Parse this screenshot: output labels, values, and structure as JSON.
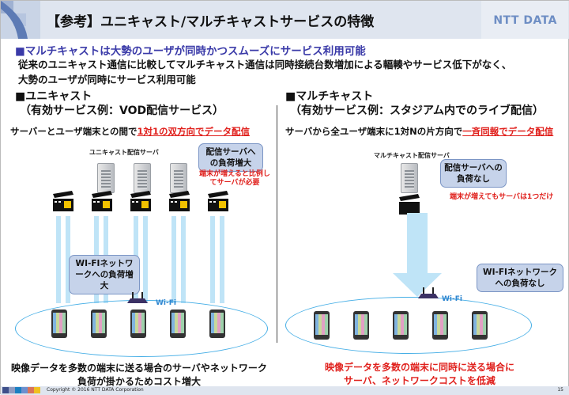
{
  "header": {
    "title": "【参考】ユニキャスト/マルチキャストサービスの特徴",
    "logo": "NTT DATA"
  },
  "lead": {
    "headline": "■マルチキャストは大勢のユーザが同時かつスムーズにサービス利用可能",
    "body_line1": "従来のユニキャスト通信に比較してマルチキャスト通信は同時接続台数増加による輻輳やサービス低下がなく、",
    "body_line2": "大勢のユーザが同時にサービス利用可能"
  },
  "unicast": {
    "heading": "■ユニキャスト",
    "example": "（有効サービス例：VOD配信サービス）",
    "desc_prefix": "サーバーとユーザ端末との間で",
    "desc_highlight": "1対1の双方向でデータ配信",
    "server_label": "ユニキャスト配信サーバ",
    "server_bubble": "配信サーバへの負荷増大",
    "server_warning_l1": "端末が増えると比例し",
    "server_warning_l2": "てサーバが必要",
    "wifi_bubble": "WI-FIネットワークへの負荷増大",
    "wifi_label": "Wi-Fi",
    "conclusion_l1": "映像データを多数の端末に送る場合のサーバやネットワーク",
    "conclusion_l2": "負荷が掛かるためコスト増大"
  },
  "multicast": {
    "heading": "■マルチキャスト",
    "example": "（有効サービス例：スタジアム内でのライブ配信）",
    "desc_prefix": "サーバから全ユーザ端末に1対Nの片方向で",
    "desc_highlight": "一斉同報でデータ配信",
    "server_label": "マルチキャスト配信サーバ",
    "server_bubble": "配信サーバへの負荷なし",
    "server_warning": "端末が増えてもサーバは1つだけ",
    "wifi_bubble": "WI-FIネットワークへの負荷なし",
    "wifi_label": "Wi-Fi",
    "conclusion_l1": "映像データを多数の端末に同時に送る場合に",
    "conclusion_l2": "サーバ、ネットワークコストを低減"
  },
  "footer": {
    "copyright": "Copyright © 2016 NTT DATA Corporation",
    "page_number": "15",
    "colors": [
      "#3e4f8a",
      "#8d9ac0",
      "#1a7fc1",
      "#6c8fcf",
      "#d9735a",
      "#f0c020"
    ]
  }
}
